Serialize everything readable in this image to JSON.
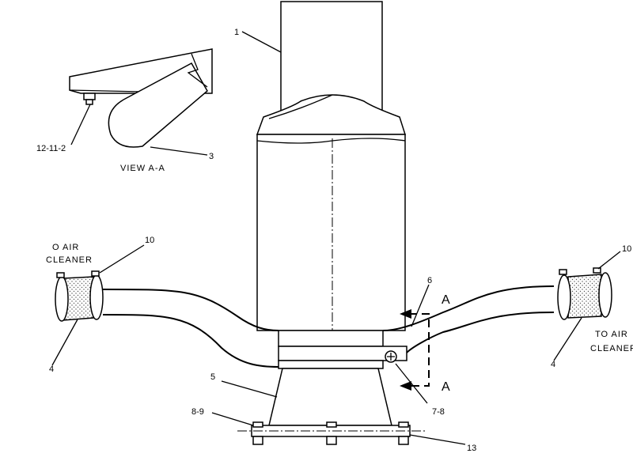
{
  "callouts": {
    "c1": "1",
    "c3": "3",
    "c12_11_2": "12-11-2",
    "view_label": "VIEW A-A",
    "c10_left": "10",
    "c10_right": "10",
    "to_air_cleaner_left_line1": "O AIR",
    "to_air_cleaner_left_line2": "CLEANER",
    "to_air_cleaner_right_line1": "TO AIR",
    "to_air_cleaner_right_line2": "CLEANER",
    "c4_left": "4",
    "c4_right": "4",
    "c5": "5",
    "c6": "6",
    "c7_8": "7-8",
    "c8_9": "8-9",
    "c13": "13",
    "section_a_top": "A",
    "section_a_bottom": "A"
  },
  "colors": {
    "line": "#000000",
    "background": "#ffffff"
  }
}
